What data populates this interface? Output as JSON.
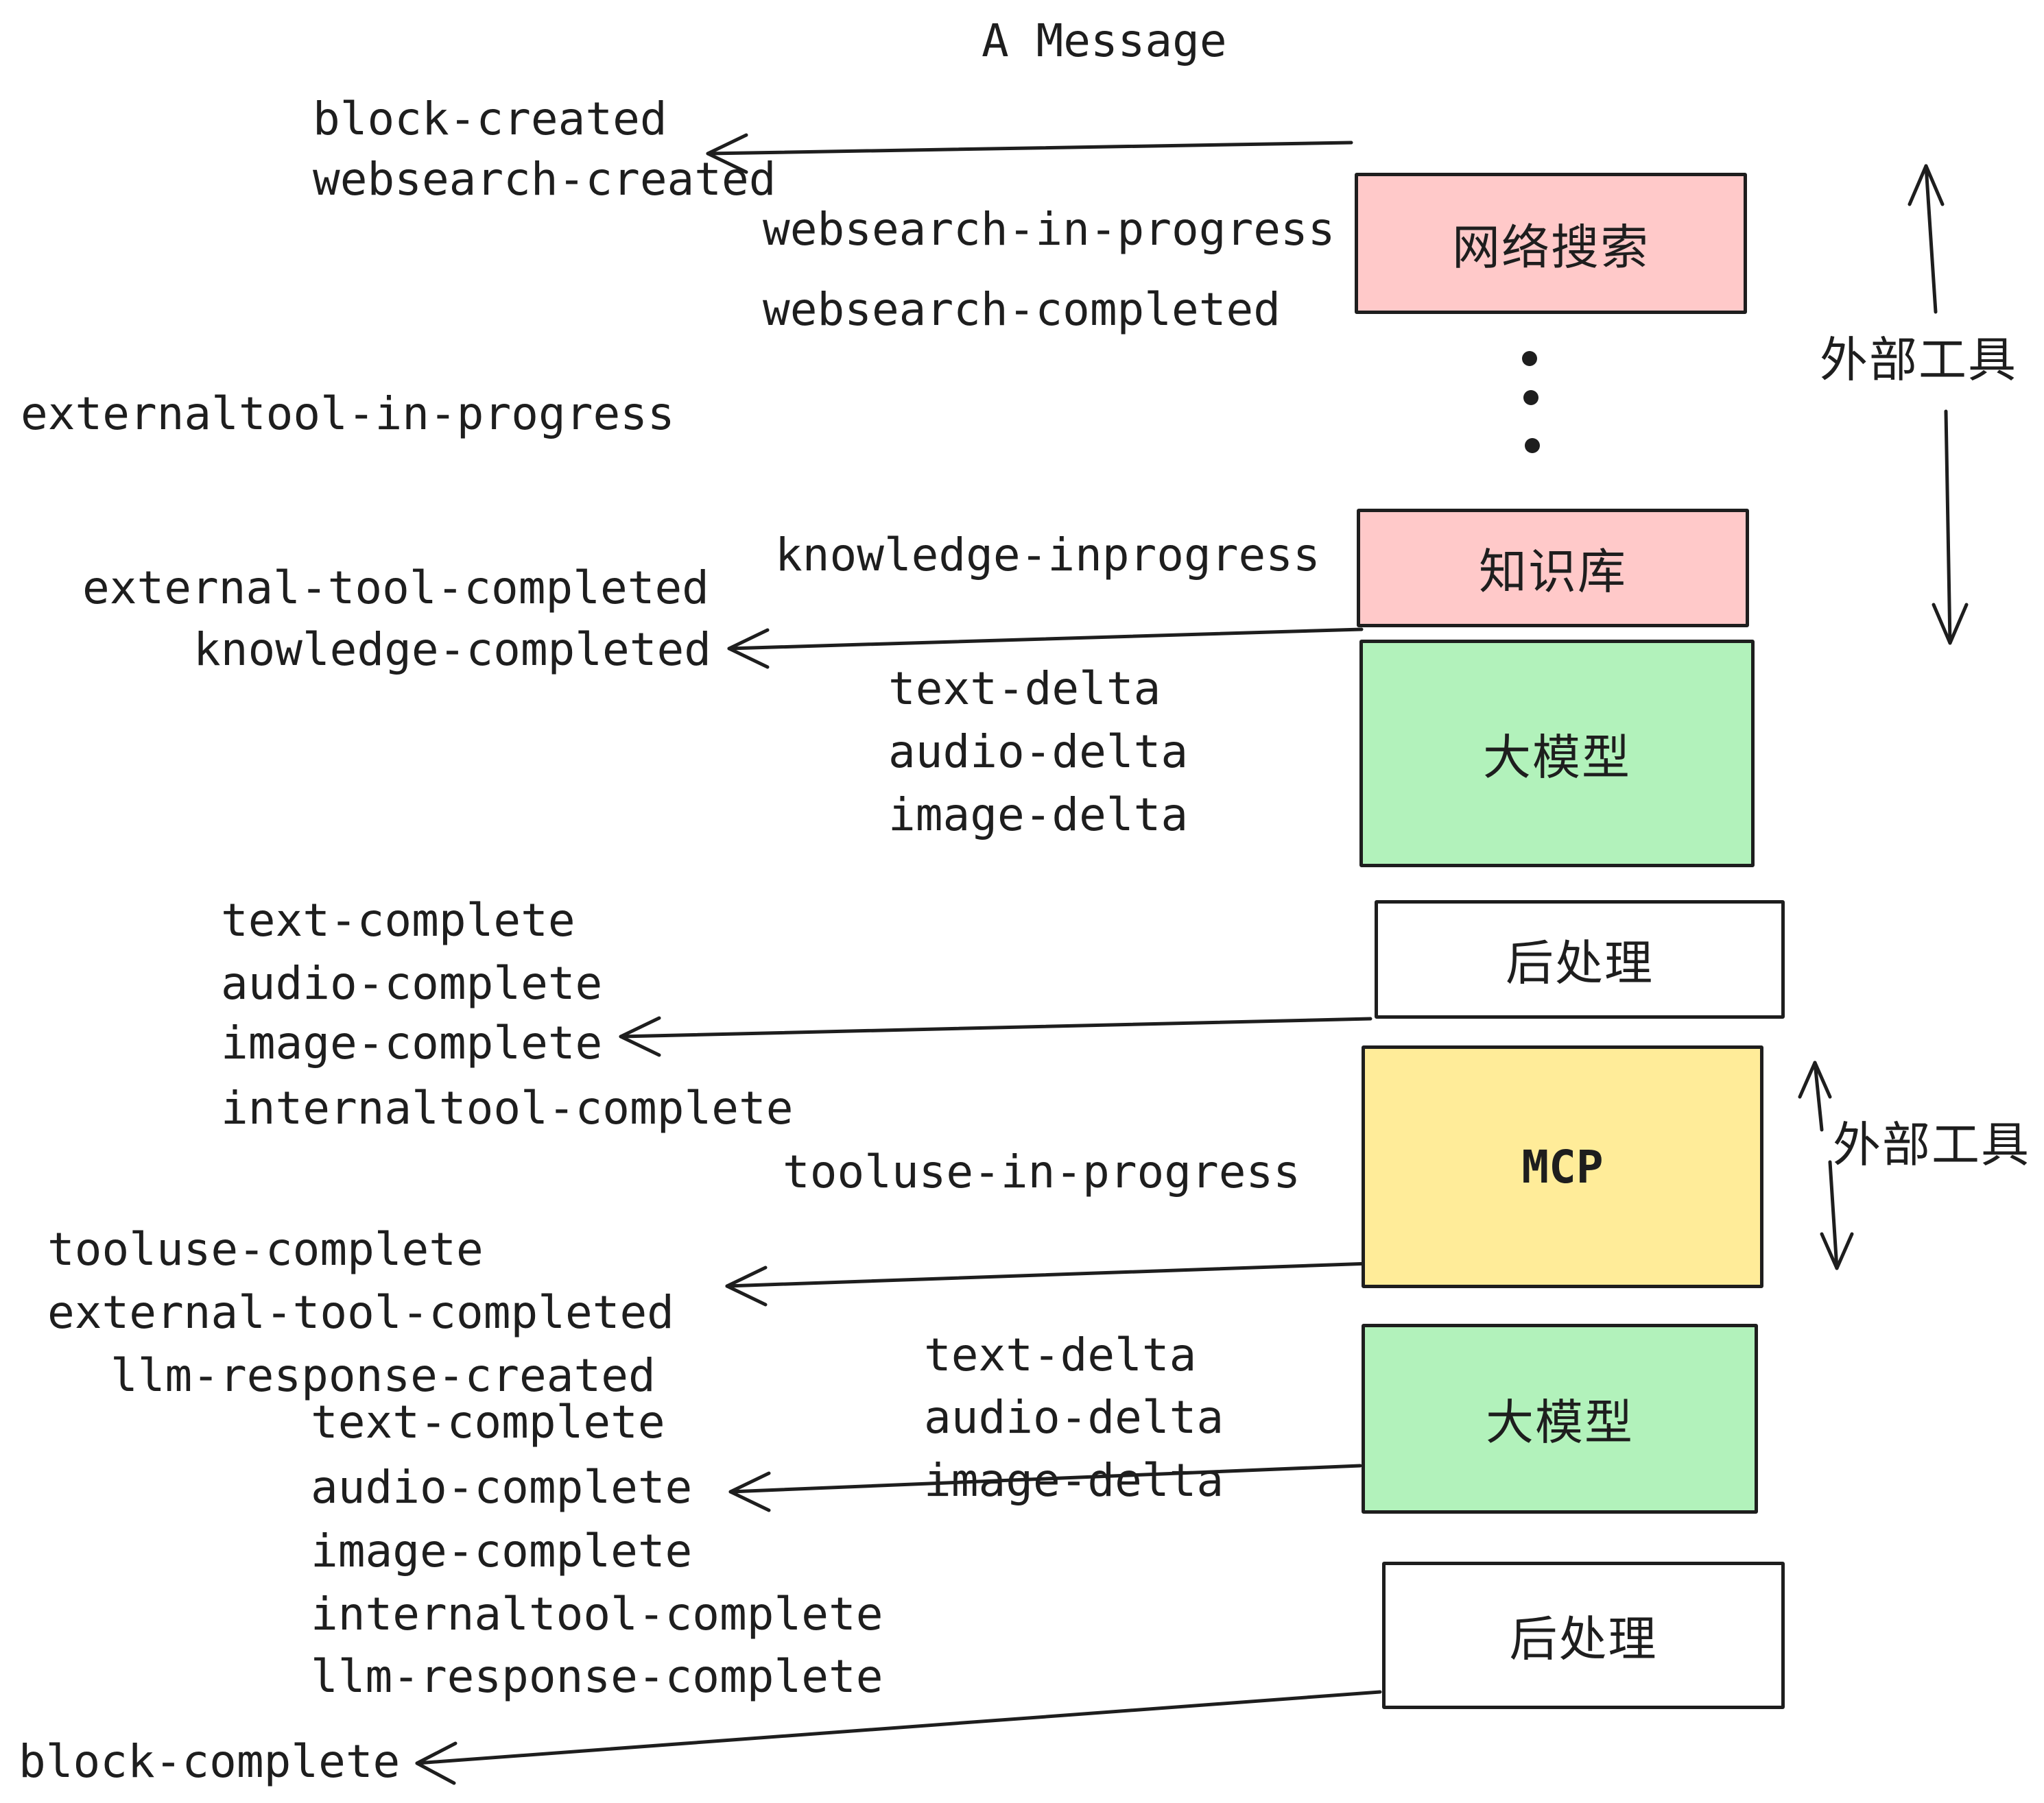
{
  "labels": {
    "title": "A Message",
    "block_created": "block-created",
    "websearch_created": "websearch-created",
    "websearch_in_progress": "websearch-in-progress",
    "websearch_completed": "websearch-completed",
    "externaltool_in_progress": "externaltool-in-progress",
    "knowledge_inprogress": "knowledge-inprogress",
    "external_tool_completed": "external-tool-completed",
    "knowledge_completed": "knowledge-completed",
    "text_delta": "text-delta",
    "audio_delta": "audio-delta",
    "image_delta": "image-delta",
    "text_complete": "text-complete",
    "audio_complete": "audio-complete",
    "image_complete": "image-complete",
    "internaltool_complete": "internaltool-complete",
    "tooluse_in_progress": "tooluse-in-progress",
    "tooluse_complete": "tooluse-complete",
    "llm_response_created": "llm-response-created",
    "llm_response_complete": "llm-response-complete",
    "block_complete": "block-complete",
    "box_websearch": "网络搜索",
    "box_knowledge": "知识库",
    "box_llm": "大模型",
    "box_postprocess": "后处理",
    "box_mcp": "MCP",
    "external_tools": "外部工具"
  },
  "colors": {
    "ink": "#1e1e1e",
    "box_border": "#1e1e1e",
    "pink": "#FFC9C9",
    "green": "#B2F2BB",
    "yellow": "#FFEC99",
    "white": "#ffffff"
  }
}
